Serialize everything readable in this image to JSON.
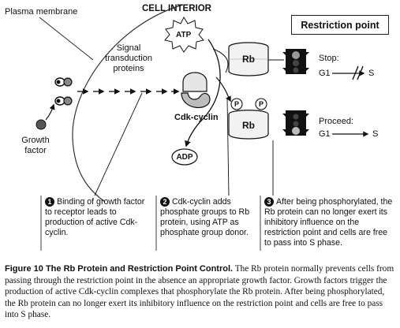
{
  "labels": {
    "plasma_membrane": "Plasma membrane",
    "cell_interior": "CELL INTERIOR",
    "atp": "ATP",
    "signal_transduction": "Signal transduction proteins",
    "growth_factor": "Growth factor",
    "cdk_cyclin": "Cdk-cyclin",
    "adp": "ADP",
    "rb": "Rb",
    "p": "P",
    "restriction_point": "Restriction point",
    "stop": "Stop:",
    "proceed": "Proceed:",
    "g1": "G1",
    "s": "S"
  },
  "steps": [
    {
      "number": "1",
      "text": "Binding of growth factor to receptor leads to production of active Cdk-cyclin."
    },
    {
      "number": "2",
      "text": "Cdk-cyclin adds phosphate groups to Rb protein, using ATP as phosphate group donor."
    },
    {
      "number": "3",
      "text": "After being phosphorylated, the Rb protein can no longer exert its inhibitory influence on the restriction point and cells are free to pass into S phase."
    }
  ],
  "caption": {
    "figure_label": "Figure 10   The Rb Protein and Restriction Point Control.",
    "text": "The Rb protein normally prevents cells from passing through the restriction point in the absence an appropriate growth factor. Growth factors trigger the production of active Cdk-cyclin complexes that phosphorylate the Rb protein. After being phosphorylated, the Rb protein can no longer exert its inhibitory influence on the restriction point and cells are free to pass into S phase."
  },
  "colors": {
    "ink": "#111111",
    "shading": "#bdbdbd",
    "light_shading": "#e0e0e0"
  }
}
